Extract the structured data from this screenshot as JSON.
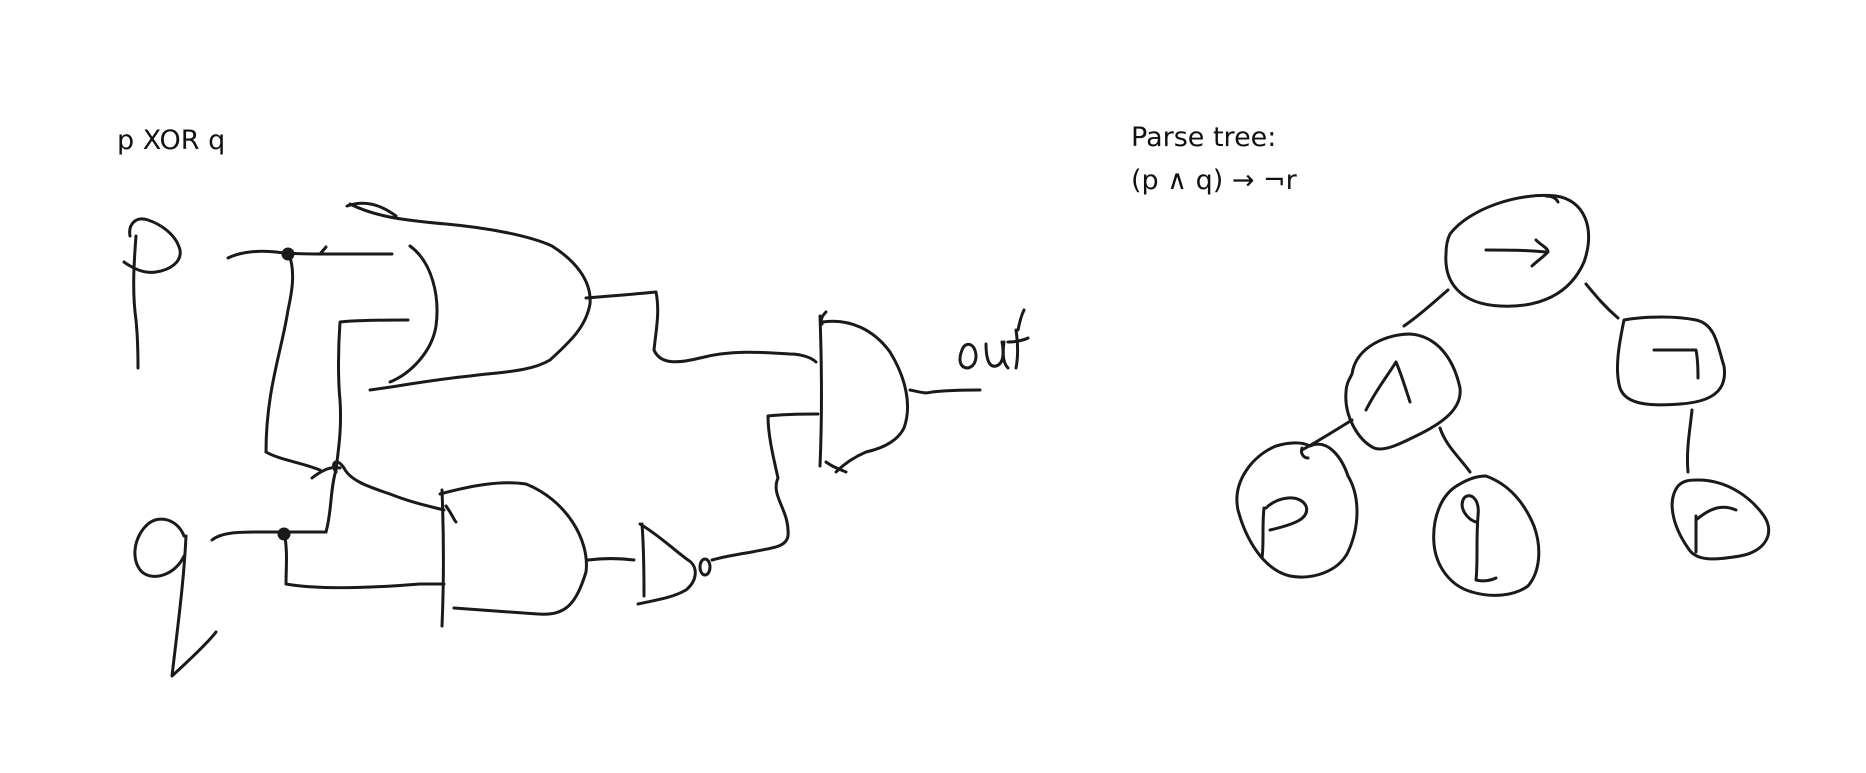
{
  "circuit": {
    "title": "p XOR q",
    "inputs": [
      "p",
      "q"
    ],
    "output_label": "out",
    "gates": [
      "or-gate",
      "and-gate",
      "not-gate",
      "and-gate"
    ]
  },
  "parse_tree": {
    "title": "Parse tree:",
    "formula": "(p ∧ q) → ¬r",
    "nodes": [
      "→",
      "∧",
      "¬",
      "p",
      "q",
      "r"
    ]
  },
  "colors": {
    "ink": "#1a1a1a",
    "background": "#ffffff"
  }
}
